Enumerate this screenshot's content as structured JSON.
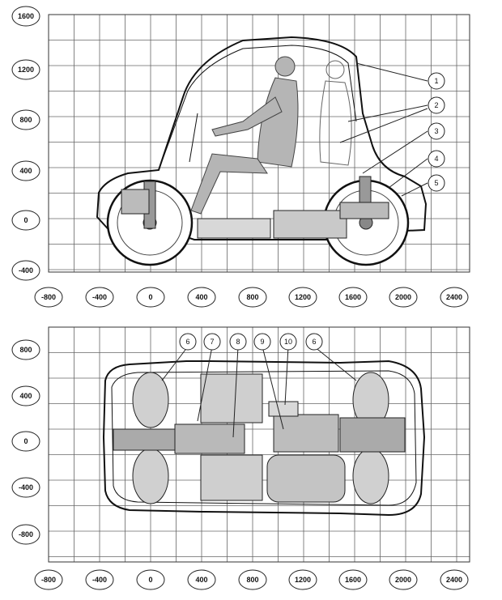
{
  "side_view": {
    "y_axis": [
      "1600",
      "1200",
      "800",
      "400",
      "0",
      "-400"
    ],
    "x_axis": [
      "-800",
      "-400",
      "0",
      "400",
      "800",
      "1200",
      "1600",
      "2000",
      "2400"
    ],
    "callouts": [
      "1",
      "2",
      "3",
      "4",
      "5"
    ]
  },
  "top_view": {
    "y_axis": [
      "800",
      "400",
      "0",
      "-400",
      "-800"
    ],
    "x_axis": [
      "-800",
      "-400",
      "0",
      "400",
      "800",
      "1200",
      "1600",
      "2000",
      "2400"
    ],
    "callouts": [
      "6",
      "7",
      "8",
      "9",
      "10",
      "6"
    ]
  }
}
